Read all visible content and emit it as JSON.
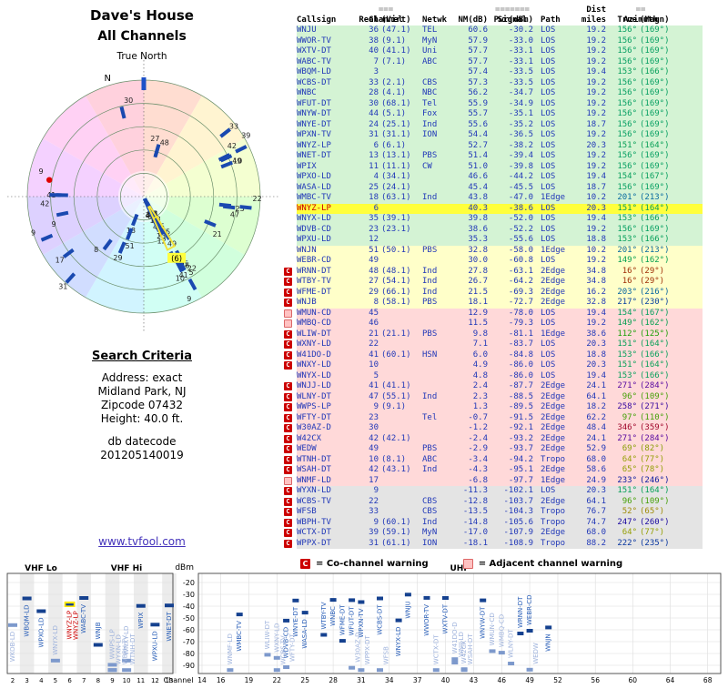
{
  "colors": {
    "band_green": "#d4f3d4",
    "band_yellow": "#ffffc9",
    "band_highlight": "#ffff3c",
    "band_pink": "#ffd9d9",
    "band_gray": "#e4e4e4",
    "table_blue": "#2138b8",
    "warn_red": "#cc0000",
    "link_purple": "#4433bb",
    "bar_blue": "#15418f",
    "bar_weak": "#7d99cc",
    "highlight_yellow": "#ffe800"
  },
  "left_panel": {
    "title_line1": "Dave's House",
    "title_line2": "All Channels",
    "north": "True North",
    "n": "N",
    "criteria_heading": "Search Criteria",
    "criteria": [
      "Address: exact",
      "Midland Park, NJ",
      "Zipcode 07432",
      "Height: 40.0 ft."
    ],
    "db_line1": "db datecode",
    "db_line2": "201205140019",
    "link": "www.tvfool.com"
  },
  "legend": {
    "co_symbol": "C",
    "co_text": "= Co-channel warning",
    "adj_text": "= Adjacent channel warning"
  },
  "table": {
    "deco_ch": "===",
    "deco_sig": "=======",
    "deco_az": "==",
    "group_channel": "Channel",
    "group_signal": "Signal",
    "group_dist": "Dist",
    "group_azimuth": "Azimuth",
    "col_callsign": "Callsign",
    "col_real": "Real",
    "col_virt": "(Virt)",
    "col_netwk": "Netwk",
    "col_nm": "NM(dB)",
    "col_pwr": "Pwr(dBm)",
    "col_path": "Path",
    "col_miles": "miles",
    "col_true": "True",
    "col_magn": "(Magn)",
    "row_fields": [
      "callsign",
      "real_channel",
      "virtual_channel",
      "network",
      "nm_db",
      "pwr_dbm",
      "path",
      "miles",
      "azimuth_true_deg",
      "azimuth_magnetic_deg",
      "band",
      "warning"
    ],
    "band_legend": {
      "g": "green strong",
      "y": "yellow moderate",
      "h": "highlighted row",
      "p": "pink weak",
      "x": "gray very weak"
    },
    "rows": [
      [
        "WNJU",
        36,
        "(47.1)",
        "TEL",
        60.6,
        -30.2,
        "LOS",
        19.2,
        156,
        169,
        "g",
        ""
      ],
      [
        "WWOR-TV",
        38,
        "(9.1)",
        "MyN",
        57.9,
        -33.0,
        "LOS",
        19.2,
        156,
        169,
        "g",
        ""
      ],
      [
        "WXTV-DT",
        40,
        "(41.1)",
        "Uni",
        57.7,
        -33.1,
        "LOS",
        19.2,
        156,
        169,
        "g",
        ""
      ],
      [
        "WABC-TV",
        7,
        "(7.1)",
        "ABC",
        57.7,
        -33.1,
        "LOS",
        19.2,
        156,
        169,
        "g",
        ""
      ],
      [
        "WBQM-LD",
        3,
        "",
        "",
        57.4,
        -33.5,
        "LOS",
        19.4,
        153,
        166,
        "g",
        ""
      ],
      [
        "WCBS-DT",
        33,
        "(2.1)",
        "CBS",
        57.3,
        -33.5,
        "LOS",
        19.2,
        156,
        169,
        "g",
        ""
      ],
      [
        "WNBC",
        28,
        "(4.1)",
        "NBC",
        56.2,
        -34.7,
        "LOS",
        19.2,
        156,
        169,
        "g",
        ""
      ],
      [
        "WFUT-DT",
        30,
        "(68.1)",
        "Tel",
        55.9,
        -34.9,
        "LOS",
        19.2,
        156,
        169,
        "g",
        ""
      ],
      [
        "WNYW-DT",
        44,
        "(5.1)",
        "Fox",
        55.7,
        -35.1,
        "LOS",
        19.2,
        156,
        169,
        "g",
        ""
      ],
      [
        "WNYE-DT",
        24,
        "(25.1)",
        "Ind",
        55.6,
        -35.2,
        "LOS",
        18.7,
        156,
        169,
        "g",
        ""
      ],
      [
        "WPXN-TV",
        31,
        "(31.1)",
        "ION",
        54.4,
        -36.5,
        "LOS",
        19.2,
        156,
        169,
        "g",
        ""
      ],
      [
        "WNYZ-LP",
        6,
        "(6.1)",
        "",
        52.7,
        -38.2,
        "LOS",
        20.3,
        151,
        164,
        "g",
        ""
      ],
      [
        "WNET-DT",
        13,
        "(13.1)",
        "PBS",
        51.4,
        -39.4,
        "LOS",
        19.2,
        156,
        169,
        "g",
        ""
      ],
      [
        "WPIX",
        11,
        "(11.1)",
        "CW",
        51.0,
        -39.8,
        "LOS",
        19.2,
        156,
        169,
        "g",
        ""
      ],
      [
        "WPXO-LD",
        4,
        "(34.1)",
        "",
        46.6,
        -44.2,
        "LOS",
        19.4,
        154,
        167,
        "g",
        ""
      ],
      [
        "WASA-LD",
        25,
        "(24.1)",
        "",
        45.4,
        -45.5,
        "LOS",
        18.7,
        156,
        169,
        "g",
        ""
      ],
      [
        "WMBC-TV",
        18,
        "(63.1)",
        "Ind",
        43.8,
        -47.0,
        "1Edge",
        10.2,
        201,
        213,
        "g",
        ""
      ],
      [
        "WNYZ-LP",
        6,
        "",
        "",
        40.3,
        -38.6,
        "LOS",
        20.3,
        151,
        164,
        "h",
        ""
      ],
      [
        "WNYX-LD",
        35,
        "(39.1)",
        "",
        39.8,
        -52.0,
        "LOS",
        19.4,
        153,
        166,
        "g",
        ""
      ],
      [
        "WDVB-CD",
        23,
        "(23.1)",
        "",
        38.6,
        -52.2,
        "LOS",
        19.2,
        156,
        169,
        "g",
        ""
      ],
      [
        "WPXU-LD",
        12,
        "",
        "",
        35.3,
        -55.6,
        "LOS",
        18.8,
        153,
        166,
        "g",
        ""
      ],
      [
        "WNJN",
        51,
        "(50.1)",
        "PBS",
        32.8,
        -58.0,
        "1Edge",
        10.2,
        201,
        213,
        "y",
        ""
      ],
      [
        "WEBR-CD",
        49,
        "",
        "",
        30.0,
        -60.8,
        "LOS",
        19.2,
        149,
        162,
        "y",
        ""
      ],
      [
        "WRNN-DT",
        48,
        "(48.1)",
        "Ind",
        27.8,
        -63.1,
        "2Edge",
        34.8,
        16,
        29,
        "y",
        "C"
      ],
      [
        "WTBY-TV",
        27,
        "(54.1)",
        "Ind",
        26.7,
        -64.2,
        "2Edge",
        34.8,
        16,
        29,
        "y",
        "C"
      ],
      [
        "WFME-DT",
        29,
        "(66.1)",
        "Ind",
        21.5,
        -69.3,
        "2Edge",
        16.2,
        203,
        216,
        "y",
        "C"
      ],
      [
        "WNJB",
        8,
        "(58.1)",
        "PBS",
        18.1,
        -72.7,
        "2Edge",
        32.8,
        217,
        230,
        "y",
        "C"
      ],
      [
        "WMUN-CD",
        45,
        "",
        "",
        12.9,
        -78.0,
        "LOS",
        19.4,
        154,
        167,
        "p",
        "A"
      ],
      [
        "WMBQ-CD",
        46,
        "",
        "",
        11.5,
        -79.3,
        "LOS",
        19.2,
        149,
        162,
        "p",
        "A"
      ],
      [
        "WLIW-DT",
        21,
        "(21.1)",
        "PBS",
        9.8,
        -81.1,
        "1Edge",
        38.6,
        112,
        125,
        "p",
        "C"
      ],
      [
        "WXNY-LD",
        22,
        "",
        "",
        7.1,
        -83.7,
        "LOS",
        20.3,
        151,
        164,
        "p",
        "C"
      ],
      [
        "W41DO-D",
        41,
        "(60.1)",
        "HSN",
        6.0,
        -84.8,
        "LOS",
        18.8,
        153,
        166,
        "p",
        "C"
      ],
      [
        "WNXY-LD",
        10,
        "",
        "",
        4.9,
        -86.0,
        "LOS",
        20.3,
        151,
        164,
        "p",
        "C"
      ],
      [
        "WNYX-LD",
        5,
        "",
        "",
        4.8,
        -86.0,
        "LOS",
        19.4,
        153,
        166,
        "p",
        ""
      ],
      [
        "WNJJ-LD",
        41,
        "(41.1)",
        "",
        2.4,
        -87.7,
        "2Edge",
        24.1,
        271,
        284,
        "p",
        "C"
      ],
      [
        "WLNY-DT",
        47,
        "(55.1)",
        "Ind",
        2.3,
        -88.5,
        "2Edge",
        64.1,
        96,
        109,
        "p",
        "C"
      ],
      [
        "WWPS-LP",
        9,
        "(9.1)",
        "",
        1.3,
        -89.5,
        "2Edge",
        18.2,
        258,
        271,
        "p",
        "C"
      ],
      [
        "WFTY-DT",
        23,
        "",
        "Tel",
        -0.7,
        -91.5,
        "2Edge",
        62.2,
        97,
        110,
        "p",
        "C"
      ],
      [
        "W30AZ-D",
        30,
        "",
        "",
        -1.2,
        -92.1,
        "2Edge",
        48.4,
        346,
        359,
        "p",
        "C"
      ],
      [
        "W42CX",
        42,
        "(42.1)",
        "",
        -2.4,
        -93.2,
        "2Edge",
        24.1,
        271,
        284,
        "p",
        "C"
      ],
      [
        "WEDW",
        49,
        "",
        "PBS",
        -2.9,
        -93.7,
        "2Edge",
        52.9,
        69,
        82,
        "p",
        "C"
      ],
      [
        "WTNH-DT",
        10,
        "(8.1)",
        "ABC",
        -3.4,
        -94.2,
        "Tropo",
        68.0,
        64,
        77,
        "p",
        "C"
      ],
      [
        "WSAH-DT",
        42,
        "(43.1)",
        "Ind",
        -4.3,
        -95.1,
        "2Edge",
        58.6,
        65,
        78,
        "p",
        "C"
      ],
      [
        "WNMF-LD",
        17,
        "",
        "",
        -6.8,
        -97.7,
        "1Edge",
        24.9,
        233,
        246,
        "p",
        "A"
      ],
      [
        "WYXN-LD",
        9,
        "",
        "",
        -11.3,
        -102.1,
        "LOS",
        20.3,
        151,
        164,
        "x",
        "C"
      ],
      [
        "WCBS-TV",
        22,
        "",
        "CBS",
        -12.8,
        -103.7,
        "2Edge",
        64.1,
        96,
        109,
        "x",
        "C"
      ],
      [
        "WFSB",
        33,
        "",
        "CBS",
        -13.5,
        -104.3,
        "Tropo",
        76.7,
        52,
        65,
        "x",
        "C"
      ],
      [
        "WBPH-TV",
        9,
        "(60.1)",
        "Ind",
        -14.8,
        -105.6,
        "Tropo",
        74.7,
        247,
        260,
        "x",
        "C"
      ],
      [
        "WCTX-DT",
        39,
        "(59.1)",
        "MyN",
        -17.0,
        -107.9,
        "2Edge",
        68.0,
        64,
        77,
        "x",
        "C"
      ],
      [
        "WPPX-DT",
        31,
        "(61.1)",
        "ION",
        -18.1,
        -108.9,
        "Tropo",
        88.2,
        222,
        235,
        "x",
        "C"
      ]
    ]
  },
  "chart_axis": {
    "dbm": "dBm",
    "channel": "Channel",
    "vhf_lo": "VHF Lo",
    "vhf_hi": "VHF Hi",
    "uhf": "UHF"
  },
  "chart_data": [
    {
      "type": "radar-polar",
      "north_label": "True North",
      "rings": 5,
      "points_from": "table.rows",
      "point_fields": {
        "angle_deg": "azimuth_true_deg",
        "radius": "nm_db (strong near center)",
        "label": "real_channel"
      },
      "highlight_callsign": "WNYZ-LP",
      "highlight_channel_label": "(6)",
      "extra_markers": [
        {
          "type": "red-dot",
          "label": "9",
          "azimuth_deg": 280,
          "nm_db": -8
        }
      ]
    },
    {
      "type": "scatter",
      "xlabel": "Channel",
      "ylabel": "dBm",
      "ylim": [
        -95,
        -15
      ],
      "yticks": [
        -20,
        -30,
        -40,
        -50,
        -60,
        -70,
        -80,
        -90
      ],
      "xticks_vhf": [
        2,
        3,
        4,
        5,
        6,
        7,
        8,
        9,
        10,
        11,
        12,
        13
      ],
      "xticks_uhf": [
        14,
        16,
        19,
        22,
        25,
        28,
        31,
        34,
        37,
        40,
        43,
        46,
        49,
        52,
        56,
        60,
        64,
        68
      ],
      "region_labels": [
        "VHF Lo",
        "VHF Hi",
        "UHF"
      ],
      "points_from": "table.rows",
      "point_fields": {
        "x": "real_channel",
        "y": "pwr_dbm",
        "label": "callsign"
      },
      "extra_points": [
        {
          "callsign": "WKOB-LD",
          "channel": 2,
          "dbm": -56
        }
      ]
    }
  ]
}
